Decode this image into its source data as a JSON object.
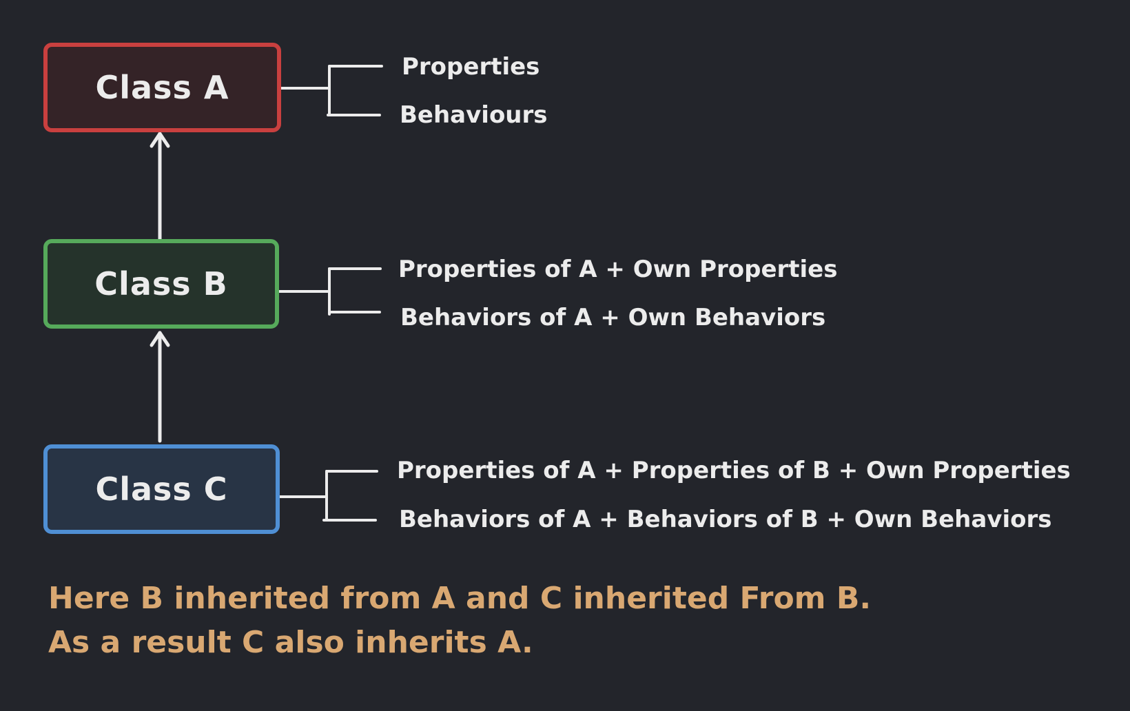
{
  "colors": {
    "background": "#23252b",
    "class_a_border": "#c9403f",
    "class_a_fill": "#342327",
    "class_b_border": "#56aa5b",
    "class_b_fill": "#25332b",
    "class_c_border": "#4f8fd4",
    "class_c_fill": "#283445",
    "line": "#ececec",
    "text": "#ececec",
    "note_text": "#d9a872"
  },
  "classes": {
    "a": {
      "label": "Class A",
      "properties": "Properties",
      "behaviours": "Behaviours"
    },
    "b": {
      "label": "Class B",
      "properties": "Properties of A + Own Properties",
      "behaviours": "Behaviors of A + Own Behaviors"
    },
    "c": {
      "label": "Class C",
      "properties": "Properties of A + Properties of B + Own Properties",
      "behaviours": "Behaviors of A + Behaviors of B + Own Behaviors"
    }
  },
  "note": {
    "line1": "Here B inherited from A and C inherited From B.",
    "line2": "As a result C also inherits A."
  }
}
